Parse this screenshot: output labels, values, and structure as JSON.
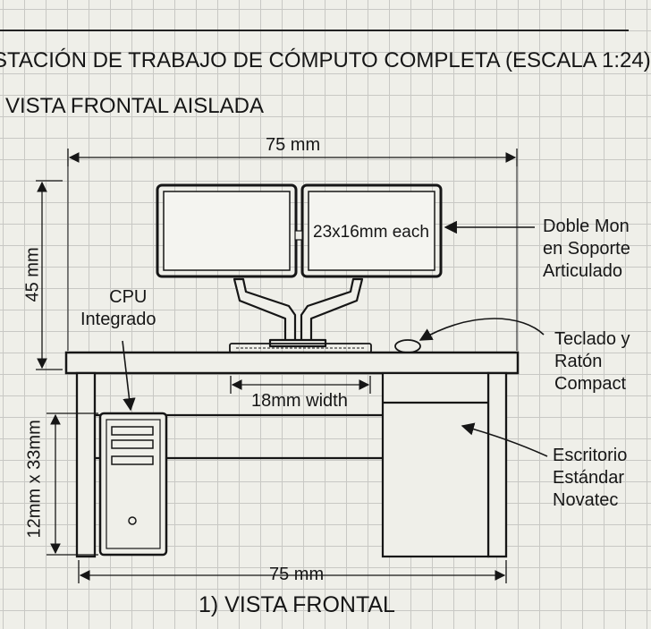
{
  "title": "STACIÓN DE TRABAJO DE CÓMPUTO COMPLETA (ESCALA 1:24)",
  "subtitle": "VISTA FRONTAL AISLADA",
  "view_caption": "1) VISTA FRONTAL",
  "dimensions": {
    "top_width": "75 mm",
    "height": "45 mm",
    "monitor_size": "23x16mm each",
    "keyboard_width": "18mm width",
    "cpu_size": "12mm x 33mm",
    "desk_width": "75 mm"
  },
  "labels": {
    "cpu": [
      "CPU",
      "Integrado"
    ],
    "monitors": [
      "Doble Mon",
      "en Soporte",
      "Articulado"
    ],
    "keyboard": [
      "Teclado y",
      "Ratón",
      "Compact"
    ],
    "desk": [
      "Escritorio",
      "Estándar",
      "Novatec"
    ]
  },
  "colors": {
    "ink": "#161616",
    "paper": "#efefe9",
    "grid": "#c8c8c4",
    "screen": "#f4f4f0"
  }
}
